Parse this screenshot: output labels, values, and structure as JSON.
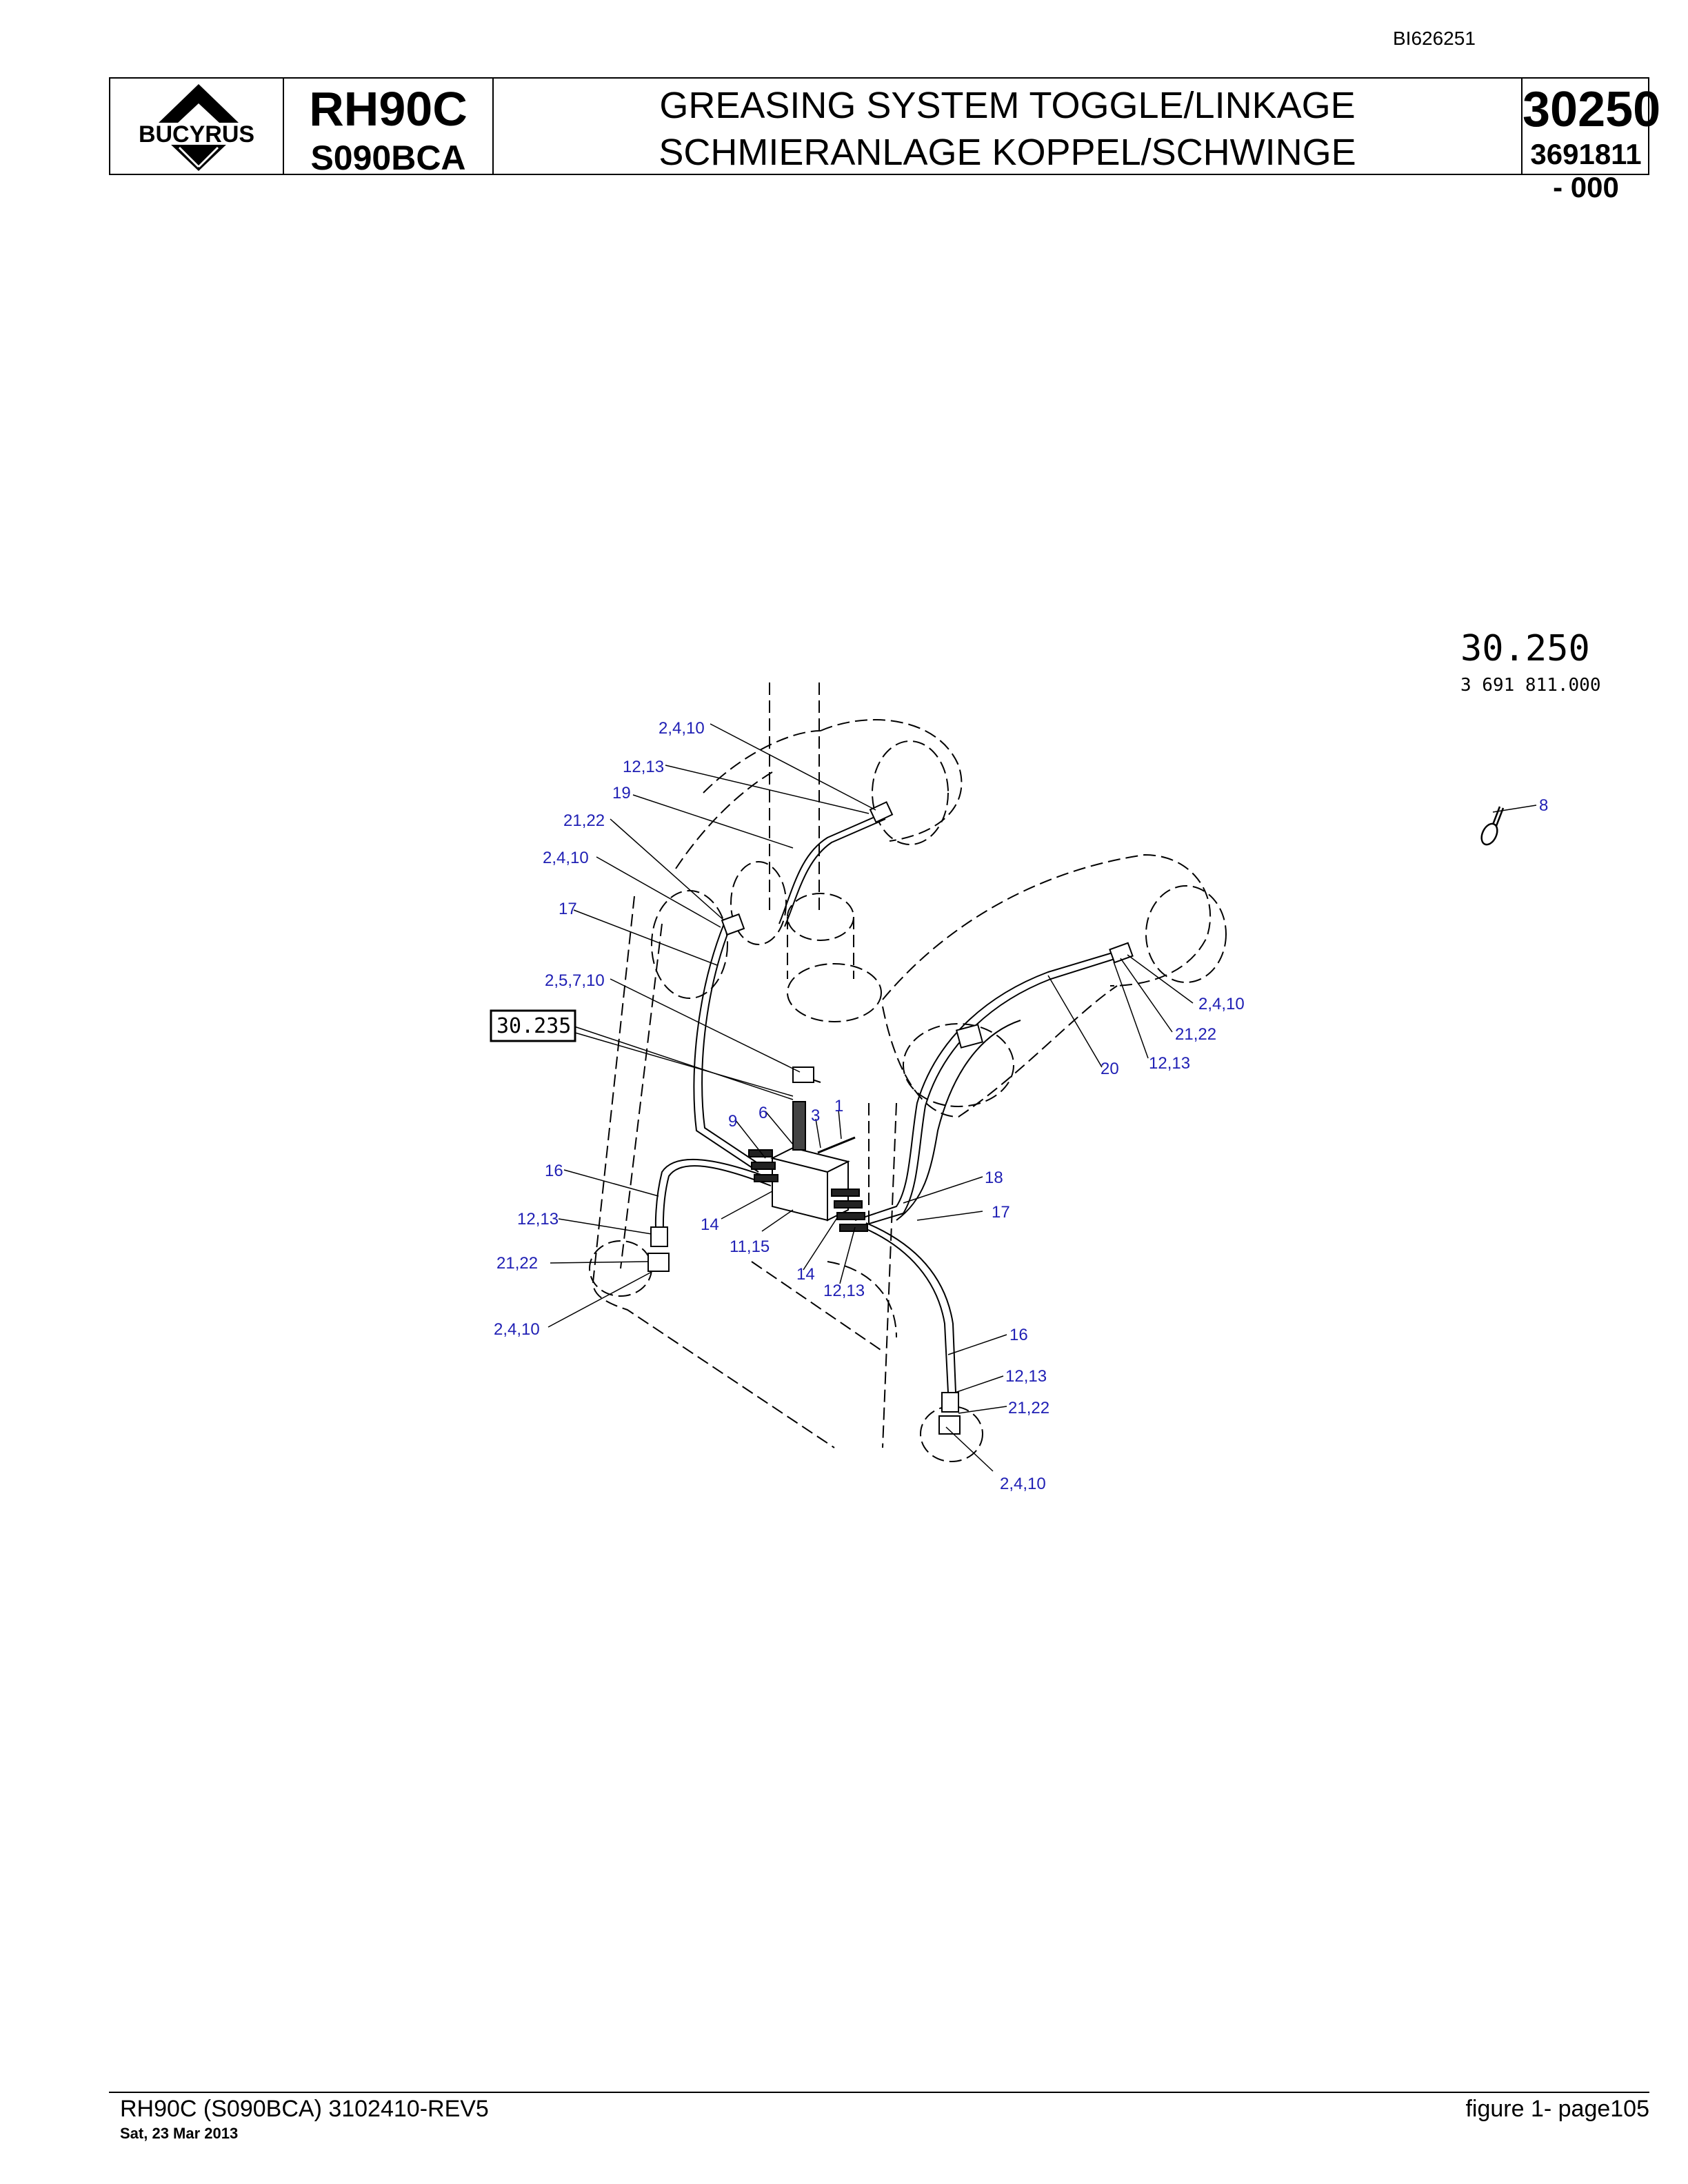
{
  "document_id": "BI626251",
  "header": {
    "logo_text": "BUCYRUS",
    "model": "RH90C",
    "serial": "S090BCA",
    "title_en": "GREASING SYSTEM TOGGLE/LINKAGE",
    "title_de": "SCHMIERANLAGE KOPPEL/SCHWINGE",
    "group_number": "30250",
    "part_number": "3691811  - 000"
  },
  "diagram": {
    "drawing_number": "30.250",
    "drawing_part_number": "3 691 811.000",
    "reference_box": "30.235",
    "callouts": [
      "2,4,10",
      "12,13",
      "19",
      "21,22",
      "2,4,10",
      "17",
      "2,5,7,10",
      "9",
      "6",
      "3",
      "1",
      "16",
      "12,13",
      "21,22",
      "2,4,10",
      "14",
      "11,15",
      "14",
      "12,13",
      "18",
      "17",
      "16",
      "12,13",
      "21,22",
      "2,4,10",
      "2,4,10",
      "21,22",
      "12,13",
      "20",
      "8"
    ]
  },
  "footer": {
    "left": "RH90C (S090BCA) 3102410-REV5",
    "date": "Sat, 23 Mar 2013",
    "right": "figure  1- page105"
  }
}
